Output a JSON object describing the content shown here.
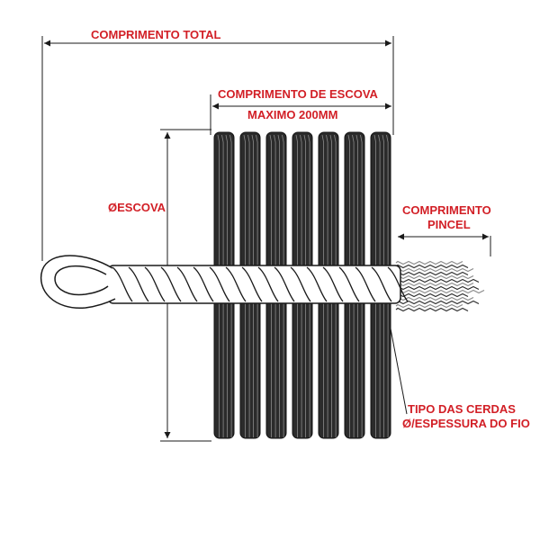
{
  "labels": {
    "total_length": "COMPRIMENTO TOTAL",
    "brush_length": "COMPRIMENTO DE ESCOVA",
    "max_length": "MAXIMO 200MM",
    "brush_diameter": "ØESCOVA",
    "tip_length_line1": "COMPRIMENTO",
    "tip_length_line2": "PINCEL",
    "bristle_type_line1": "TIPO DAS CERDAS",
    "bristle_type_line2": "Ø/ESPESSURA DO FIO"
  },
  "colors": {
    "label_red": "#d21f26",
    "line": "#1a1a1a",
    "bristle_dark": "#2b2b2b",
    "bristle_light": "#8a8a8a",
    "wire": "#ffffff"
  }
}
